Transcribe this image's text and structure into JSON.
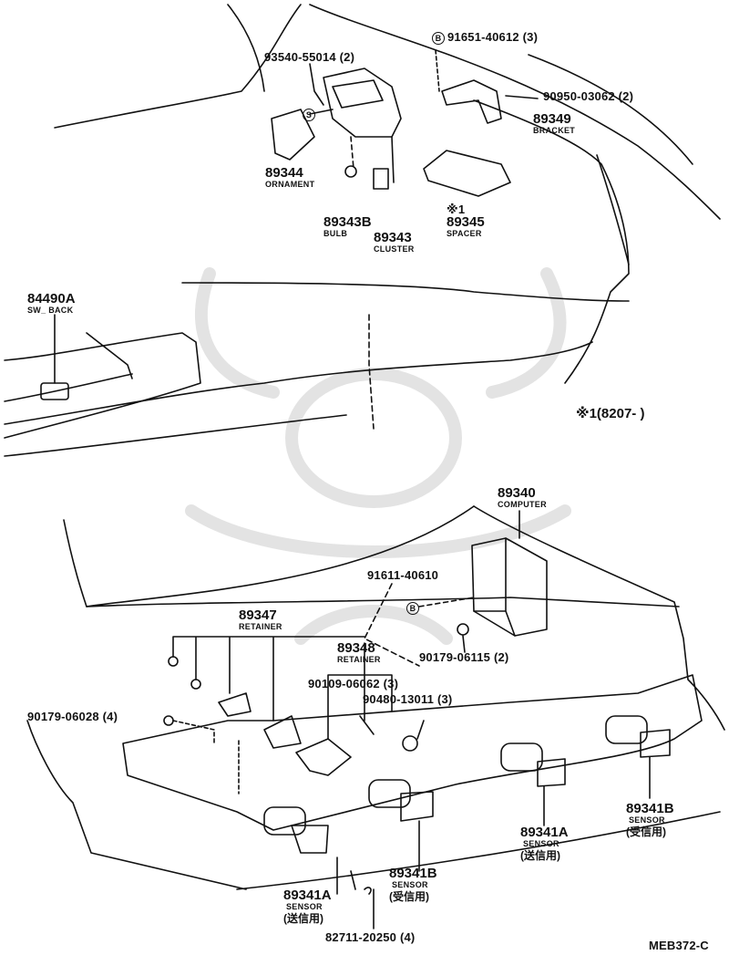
{
  "parts": {
    "p91651": {
      "number": "91651-40612",
      "qty": "(3)",
      "mark": "B"
    },
    "p93540": {
      "number": "93540-55014",
      "qty": "(2)"
    },
    "p90950": {
      "number": "90950-03062",
      "qty": "(2)"
    },
    "p89349": {
      "number": "89349",
      "name": "BRACKET"
    },
    "p89344": {
      "number": "89344",
      "name": "ORNAMENT"
    },
    "p89343b": {
      "number": "89343B",
      "name": "BULB"
    },
    "p89343": {
      "number": "89343",
      "name": "CLUSTER"
    },
    "p89345": {
      "number": "89345",
      "name": "SPACER",
      "mark": "※1"
    },
    "p84490a": {
      "number": "84490A",
      "name": "SW_ BACK"
    },
    "p89340": {
      "number": "89340",
      "name": "COMPUTER"
    },
    "p91611": {
      "number": "91611-40610"
    },
    "p90179a": {
      "number": "90179-06115",
      "qty": "(2)"
    },
    "p89347": {
      "number": "89347",
      "name": "RETAINER"
    },
    "p89348": {
      "number": "89348",
      "name": "RETAINER"
    },
    "p90109": {
      "number": "90109-06062",
      "qty": "(3)"
    },
    "p90480": {
      "number": "90480-13011",
      "qty": "(3)"
    },
    "p90179b": {
      "number": "90179-06028",
      "qty": "(4)"
    },
    "p89341b_r": {
      "number": "89341B",
      "name": "SENSOR",
      "sub": "(受信用)"
    },
    "p89341a_r": {
      "number": "89341A",
      "name": "SENSOR",
      "sub": "(送信用)"
    },
    "p89341b_l": {
      "number": "89341B",
      "name": "SENSOR",
      "sub": "(受信用)"
    },
    "p89341a_l": {
      "number": "89341A",
      "name": "SENSOR",
      "sub": "(送信用)"
    },
    "p82711": {
      "number": "82711-20250",
      "qty": "(4)"
    }
  },
  "markers": {
    "s_mark": "S",
    "b_mark": "B"
  },
  "note": {
    "text": "※1(8207-        )"
  },
  "drawing_code": "MEB372-C"
}
